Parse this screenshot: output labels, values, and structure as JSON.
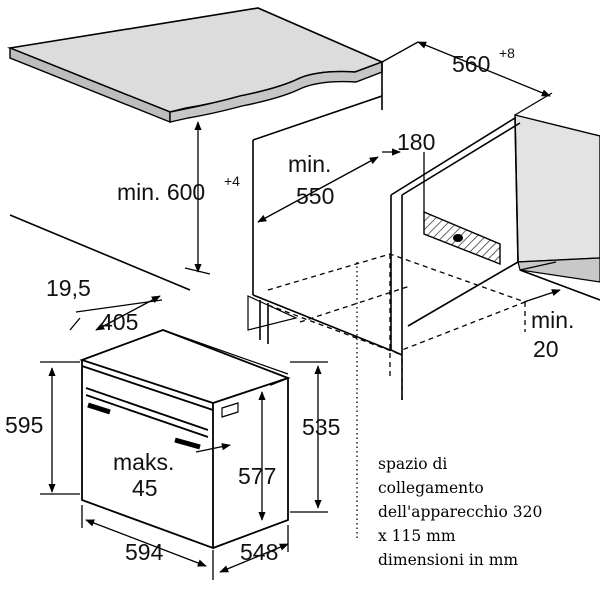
{
  "dimensions": {
    "niche_width": "560",
    "niche_width_tolerance": "+8",
    "niche_height": "min. 600",
    "niche_height_tolerance": "+4",
    "niche_depth_line1": "min.",
    "niche_depth_line2": "550",
    "cutout_depth": "180",
    "side_gap_line1": "min.",
    "side_gap_line2": "20",
    "front_panel": "19,5",
    "top_depth": "405",
    "oven_height": "595",
    "oven_body_height": "535",
    "handle_gap_line1": "maks.",
    "handle_gap_line2": "45",
    "inner_height": "577",
    "oven_width": "594",
    "oven_depth": "548"
  },
  "note": {
    "lines": [
      "spazio di",
      "collegamento",
      "dell'apparecchio 320",
      "x 115 mm",
      "dimensioni in mm"
    ]
  }
}
